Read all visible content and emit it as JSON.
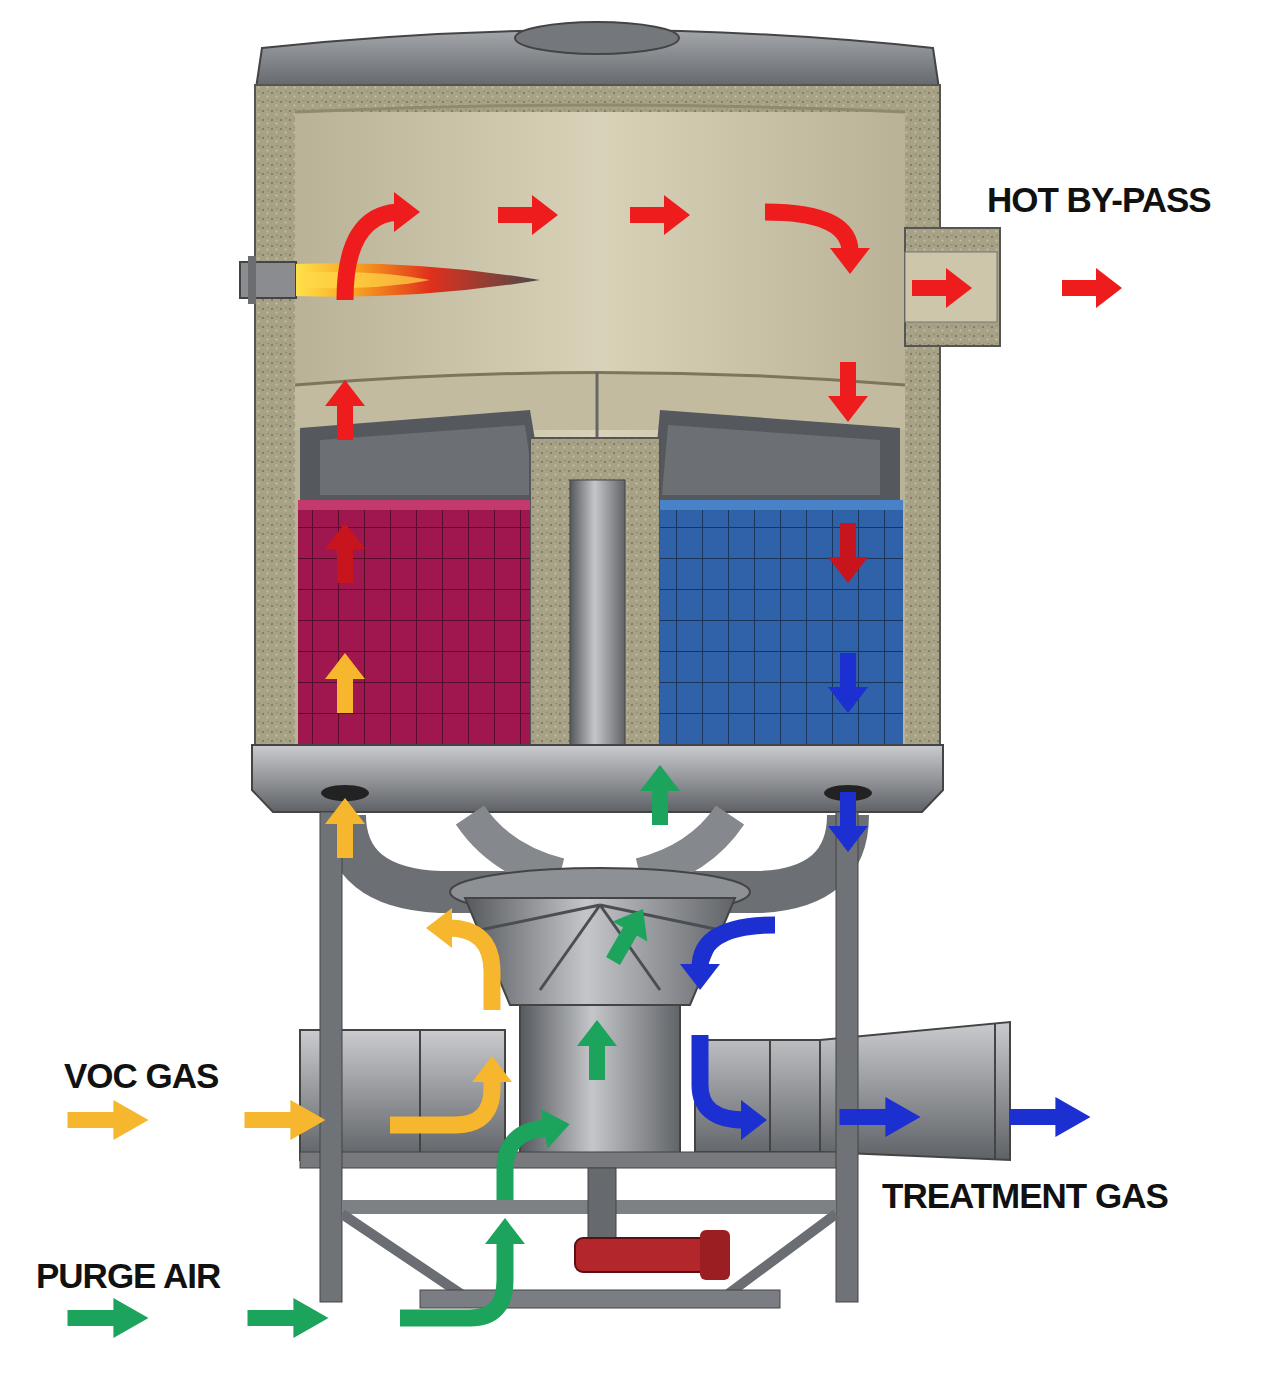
{
  "diagram": {
    "labels": [
      "HOT BY-PASS",
      "VOC GAS",
      "PURGE AIR",
      "TREATMENT GAS"
    ]
  }
}
